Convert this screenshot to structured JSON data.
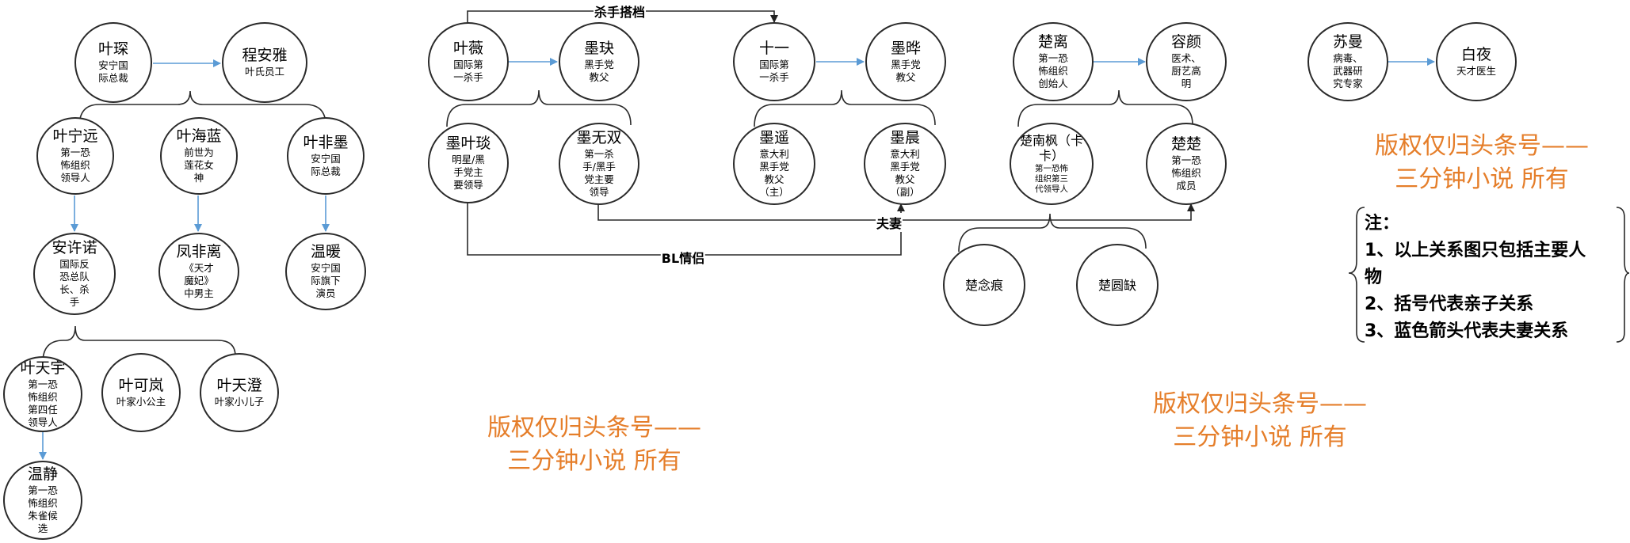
{
  "nodes": {
    "ye_shen": {
      "name": "叶琛",
      "desc": "安宁国\n际总裁"
    },
    "cheng_anya": {
      "name": "程安雅",
      "desc": "叶氏员工"
    },
    "ye_ningyuan": {
      "name": "叶宁远",
      "desc": "第一恐\n怖组织\n领导人"
    },
    "ye_hailan": {
      "name": "叶海蓝",
      "desc": "前世为\n莲花女\n神"
    },
    "ye_feimo": {
      "name": "叶非墨",
      "desc": "安宁国\n际总裁"
    },
    "an_xunuo": {
      "name": "安许诺",
      "desc": "国际反\n恐总队\n长、杀\n手"
    },
    "feng_feili": {
      "name": "凤非离",
      "desc": "《天才\n魔妃》\n中男主"
    },
    "wen_nuan": {
      "name": "温暖",
      "desc": "安宁国\n际旗下\n演员"
    },
    "ye_tianyu": {
      "name": "叶天宇",
      "desc": "第一恐\n怖组织\n第四任\n领导人"
    },
    "ye_kelan": {
      "name": "叶可岚",
      "desc": "叶家小公主"
    },
    "ye_tiancheng": {
      "name": "叶天澄",
      "desc": "叶家小儿子"
    },
    "wen_jing": {
      "name": "温静",
      "desc": "第一恐\n怖组织\n朱雀候\n选"
    },
    "ye_wei": {
      "name": "叶薇",
      "desc": "国际第\n一杀手"
    },
    "mo_jue": {
      "name": "墨玦",
      "desc": "黑手党\n教父"
    },
    "mo_yetan": {
      "name": "墨叶琰",
      "desc": "明星/黑\n手党主\n要领导"
    },
    "mo_wushuang": {
      "name": "墨无双",
      "desc": "第一杀\n手/黑手\n党主要\n领导"
    },
    "shi_yi": {
      "name": "十一",
      "desc": "国际第\n一杀手"
    },
    "mo_ye": {
      "name": "墨晔",
      "desc": "黑手党\n教父"
    },
    "mo_yao": {
      "name": "墨遥",
      "desc": "意大利\n黑手党\n教父\n（主）"
    },
    "mo_chen": {
      "name": "墨晨",
      "desc": "意大利\n黑手党\n教父\n（副）"
    },
    "chu_li": {
      "name": "楚离",
      "desc": "第一恐\n怖组织\n创始人"
    },
    "rong_yan": {
      "name": "容颜",
      "desc": "医术、\n厨艺高\n明"
    },
    "chu_nanfeng": {
      "name": "楚南枫（卡\n卡）",
      "desc": "第一恐怖\n组织第三\n代领导人"
    },
    "chu_chu": {
      "name": "楚楚",
      "desc": "第一恐\n怖组织\n成员"
    },
    "chu_nianhen": {
      "name": "楚念痕",
      "desc": ""
    },
    "chu_yuanque": {
      "name": "楚圆缺",
      "desc": ""
    },
    "su_man": {
      "name": "苏曼",
      "desc": "病毒、\n武器研\n究专家"
    },
    "bai_ye": {
      "name": "白夜",
      "desc": "天才医生"
    }
  },
  "edge_labels": {
    "killer_partner": "杀手搭档",
    "bl_couple": "BL情侣",
    "husband_wife": "夫妻"
  },
  "watermarks": [
    "版权仅归头条号——\n三分钟小说 所有",
    "版权仅归头条号——\n三分钟小说 所有",
    "版权仅归头条号——\n三分钟小说 所有"
  ],
  "notes": {
    "title": "注：",
    "items": [
      "1、以上关系图只包括主要人\n物",
      "2、括号代表亲子关系",
      "3、蓝色箭头代表夫妻关系"
    ]
  },
  "colors": {
    "spouse_arrow": "#5b9bd5",
    "watermark": "#e57e2a",
    "line": "#2a2a2a"
  }
}
